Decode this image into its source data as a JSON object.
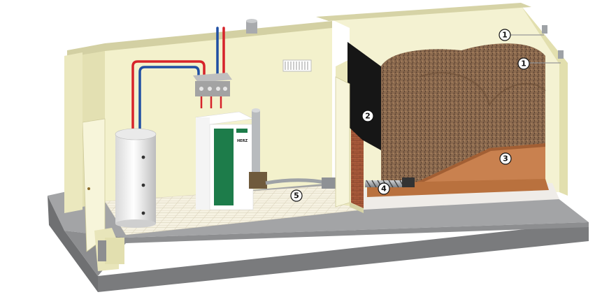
{
  "diagram": {
    "callouts": [
      {
        "id": "callout-1a",
        "label": "1"
      },
      {
        "id": "callout-1b",
        "label": "1"
      },
      {
        "id": "callout-2",
        "label": "2"
      },
      {
        "id": "callout-3",
        "label": "3"
      },
      {
        "id": "callout-4",
        "label": "4"
      },
      {
        "id": "callout-5",
        "label": "5"
      }
    ],
    "boiler_logo": "HERZ",
    "colors": {
      "wall": "#f2f0c9",
      "wall_edge": "#d8d5a4",
      "floor_base": "#9a9b9d",
      "floor_base_dark": "#6f7072",
      "tiles": "#f4f0df",
      "hot_pipe": "#d6232a",
      "cold_pipe": "#1f4fa3",
      "boiler_green": "#1d7c4a",
      "pellets": "#8b6a4e",
      "wood": "#b9713e",
      "slope": "#c9814f",
      "brick": "#a85a3a"
    }
  }
}
